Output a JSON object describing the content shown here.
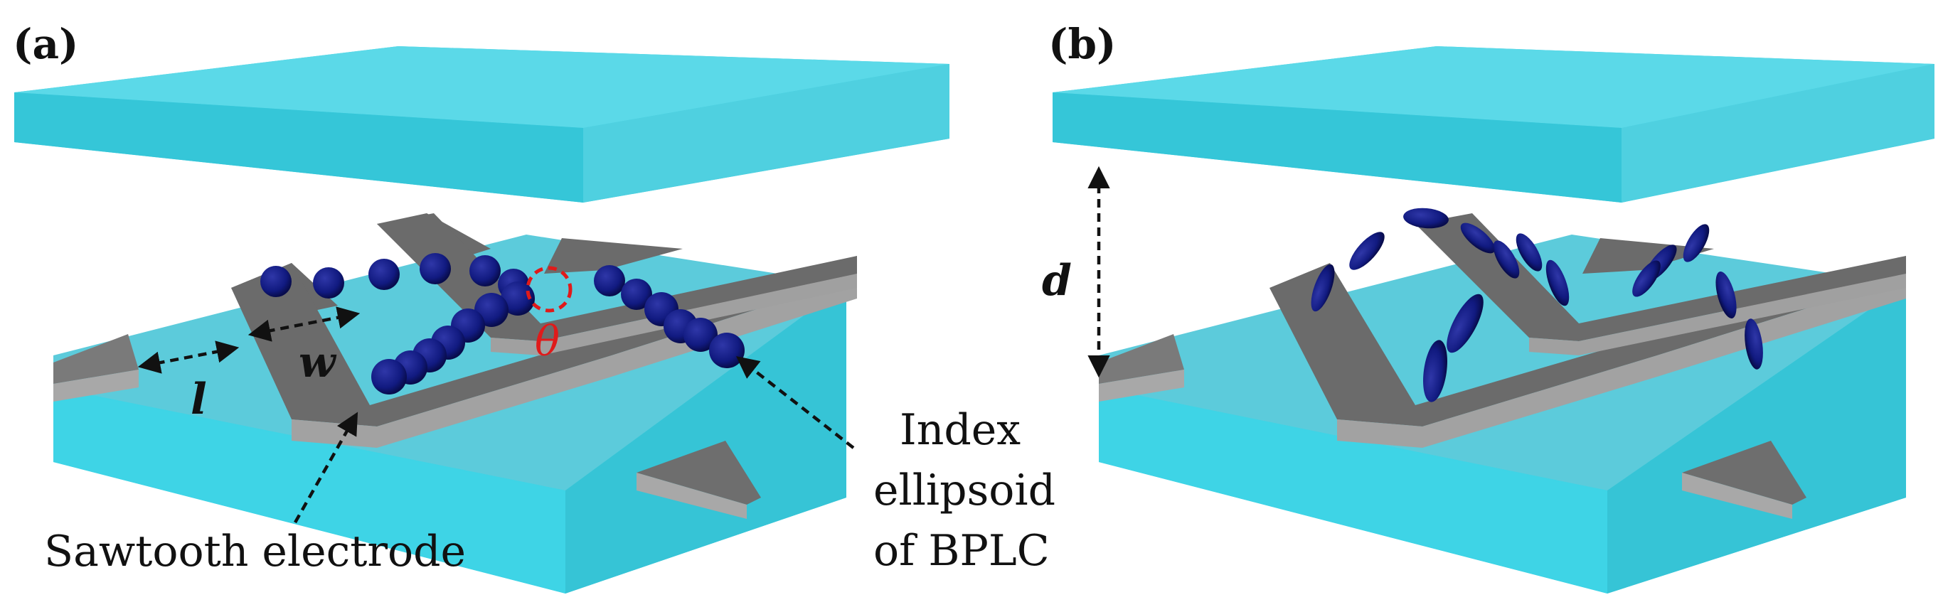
{
  "panels": {
    "a": {
      "label": "(a)"
    },
    "b": {
      "label": "(b)"
    }
  },
  "labels": {
    "l": "l",
    "w": "w",
    "theta": "θ",
    "d": "d",
    "electrode": "Sawtooth electrode",
    "ellipsoid_line1": "Index",
    "ellipsoid_line2": "ellipsoid",
    "ellipsoid_line3": "of BPLC"
  },
  "colors": {
    "substrate": "#3fd3e4",
    "substrate_top": "#5ccbdb",
    "electrode_top": "#6b6b6b",
    "electrode_side": "#a2a2a2",
    "lc_molecule": "#0e1473",
    "angle_marker": "#e01a1a"
  }
}
